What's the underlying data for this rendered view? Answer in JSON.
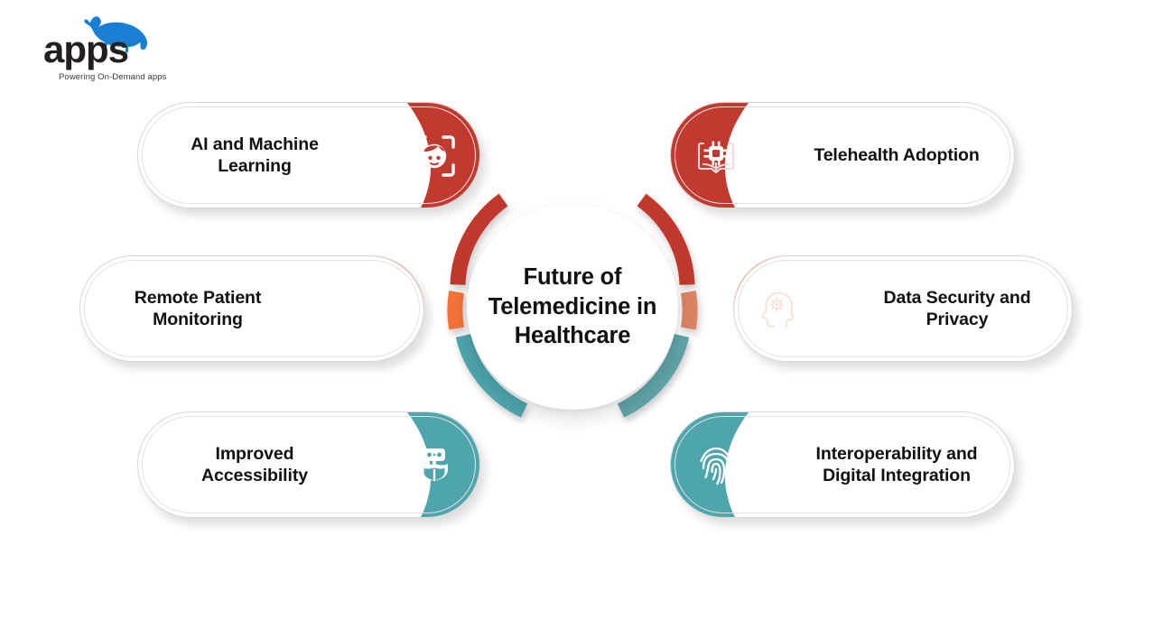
{
  "logo": {
    "wordmark": "apps",
    "tagline": "Powering On-Demand apps",
    "mark_icon": "rhino-icon",
    "mark_color": "#1a7fd4"
  },
  "hub": {
    "title": "Future of Telemedicine in Healthcare",
    "title_lines": [
      "Future of",
      "Telemedicine in",
      "Healthcare"
    ]
  },
  "colors": {
    "red": "#C1392F",
    "orange": "#F47238",
    "teal": "#4EA5AC",
    "orange_muted": "#DB8463",
    "teal_muted": "#63A2A6",
    "text": "#111111",
    "card_bg": "#FFFFFF",
    "card_border": "#D7D7D7",
    "page_bg": "#FFFFFF"
  },
  "chart_data": {
    "type": "pie",
    "title": "Future of Telemedicine in Healthcare",
    "legend_position": "around",
    "categories": [
      "AI and Machine Learning",
      "Telehealth Adoption",
      "Remote Patient Monitoring",
      "Data Security and Privacy",
      "Improved Accessibility",
      "Interoperability and Digital Integration"
    ],
    "values": [
      1,
      1,
      1,
      1,
      1,
      1
    ],
    "colors": [
      "#C1392F",
      "#C1392F",
      "#F47238",
      "#DB8463",
      "#4EA5AC",
      "#63A2A6"
    ]
  },
  "cards": [
    {
      "id": "ai",
      "label": "AI and Machine Learning",
      "color": "#C1392F",
      "icon": "face-scan-icon",
      "side": "left",
      "shape": "teardrop"
    },
    {
      "id": "telehealth",
      "label": "Telehealth Adoption",
      "color": "#C1392F",
      "icon": "book-chip-icon",
      "side": "right",
      "shape": "teardrop"
    },
    {
      "id": "remote",
      "label": "Remote Patient Monitoring",
      "color": "#F47238",
      "icon": "laptop-icon",
      "side": "left",
      "shape": "halfcircle"
    },
    {
      "id": "data-security",
      "label": "Data Security and Privacy",
      "color": "#F47238",
      "icon": "head-gear-icon",
      "side": "right",
      "shape": "halfcircle"
    },
    {
      "id": "accessibility",
      "label": "Improved Accessibility",
      "color": "#4EA5AC",
      "icon": "robot-book-icon",
      "side": "left",
      "shape": "teardrop"
    },
    {
      "id": "interoperability",
      "label": "Interoperability and Digital Integration",
      "color": "#4EA5AC",
      "icon": "fingerprint-icon",
      "side": "right",
      "shape": "teardrop"
    }
  ]
}
